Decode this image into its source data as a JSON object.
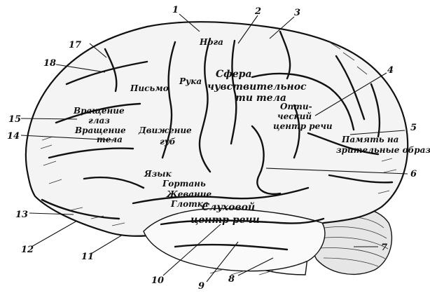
{
  "numbers": [
    "1",
    "2",
    "3",
    "4",
    "5",
    "6",
    "7",
    "8",
    "9",
    "10",
    "11",
    "12",
    "13",
    "14",
    "15",
    "17",
    "18"
  ],
  "regions": {
    "noga": "Нога",
    "ruka": "Рука",
    "pismo": "Письмо",
    "sfera_1": "Сфера",
    "sfera_2": "чувствительнос",
    "sfera_3": "ти тела",
    "vrashchenie_1": "Вращение",
    "vrashchenie_2": "глаз",
    "vrashchenie_3": "Вращение",
    "vrashchenie_4": "тела",
    "dvizhenie_1": "Движение",
    "dvizhenie_2": "губ",
    "opti_1": "Опти-",
    "opti_2": "ческий",
    "opti_3": "центр речи",
    "pamyat_1": "Память на",
    "pamyat_2": "зрительные образы",
    "yazyk": "Язык",
    "gortan": "Гортань",
    "zhevanie": "Жевание",
    "glotka": "Глотка",
    "sluh_1": "Слуховой",
    "sluh_2": "центр речи"
  }
}
